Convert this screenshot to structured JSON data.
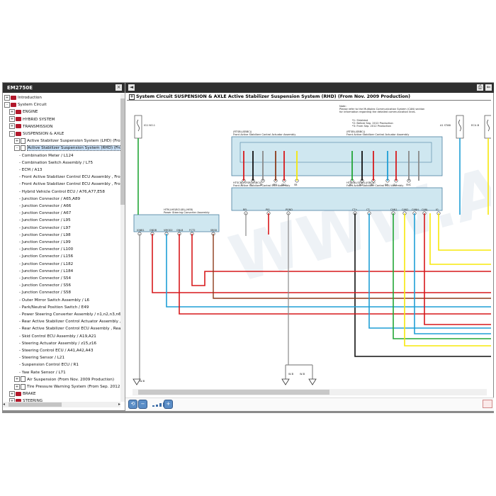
{
  "window": {
    "doc_code": "EM2750E"
  },
  "tree": {
    "rows": [
      {
        "label": "Introduction",
        "level": 0,
        "exp": "+",
        "icon": "book"
      },
      {
        "label": "System Circuit",
        "level": 0,
        "exp": "-",
        "icon": "openbook"
      },
      {
        "label": "ENGINE",
        "level": 1,
        "exp": "+",
        "icon": "book"
      },
      {
        "label": "HYBRID SYSTEM",
        "level": 1,
        "exp": "+",
        "icon": "book"
      },
      {
        "label": "TRANSMISSION",
        "level": 1,
        "exp": "+",
        "icon": "book"
      },
      {
        "label": "SUSPENSION & AXLE",
        "level": 1,
        "exp": "-",
        "icon": "openbook"
      },
      {
        "label": "Active Stabilizer Suspension System (LHD) (From",
        "level": 2,
        "exp": "+",
        "icon": "doc"
      },
      {
        "label": "Active Stabilizer Suspension System (RHD) (From",
        "level": 2,
        "exp": "-",
        "icon": "doc",
        "selected": true
      },
      {
        "label": "- Combination Meter / L124",
        "level": 3
      },
      {
        "label": "- Combination Switch Assembly / L75",
        "level": 3
      },
      {
        "label": "- ECM / A13",
        "level": 3
      },
      {
        "label": "- Front Active Stabilizer Control ECU Assembly , Fro",
        "level": 3
      },
      {
        "label": "- Front Active Stabilizer Control ECU Assembly , Fro",
        "level": 3
      },
      {
        "label": "- Hybrid Vehicle Control ECU / A76,A77,E58",
        "level": 3
      },
      {
        "label": "- Junction Connector / A65,A89",
        "level": 3
      },
      {
        "label": "- Junction Connector / A66",
        "level": 3
      },
      {
        "label": "- Junction Connector / A67",
        "level": 3
      },
      {
        "label": "- Junction Connector / L95",
        "level": 3
      },
      {
        "label": "- Junction Connector / L97",
        "level": 3
      },
      {
        "label": "- Junction Connector / L98",
        "level": 3
      },
      {
        "label": "- Junction Connector / L99",
        "level": 3
      },
      {
        "label": "- Junction Connector / L100",
        "level": 3
      },
      {
        "label": "- Junction Connector / L156",
        "level": 3
      },
      {
        "label": "- Junction Connector / L182",
        "level": 3
      },
      {
        "label": "- Junction Connector / L184",
        "level": 3
      },
      {
        "label": "- Junction Connector / S54",
        "level": 3
      },
      {
        "label": "- Junction Connector / S56",
        "level": 3
      },
      {
        "label": "- Junction Connector / S58",
        "level": 3
      },
      {
        "label": "- Outer Mirror Switch Assembly / L6",
        "level": 3
      },
      {
        "label": "- Park/Neutral Position Switch / E49",
        "level": 3
      },
      {
        "label": "- Power Steering Converter Assembly / n1,n2,n3,n6",
        "level": 3
      },
      {
        "label": "- Rear Active Stabilizer Control Actuator Assembly ,",
        "level": 3
      },
      {
        "label": "- Rear Active Stabilizer Control ECU Assembly , Rea",
        "level": 3
      },
      {
        "label": "- Skid Control ECU Assembly / A19,A21",
        "level": 3
      },
      {
        "label": "- Steering Actuator Assembly / z15,z16",
        "level": 3
      },
      {
        "label": "- Steering Control ECU / A41,A42,A43",
        "level": 3
      },
      {
        "label": "- Steering Sensor / L21",
        "level": 3
      },
      {
        "label": "- Suspension Control ECU / R1",
        "level": 3
      },
      {
        "label": "- Yaw Rate Sensor / L71",
        "level": 3
      },
      {
        "label": "Air Suspension (From Nov. 2009 Production)",
        "level": 2,
        "exp": "+",
        "icon": "doc"
      },
      {
        "label": "Tire Pressure Warning System (From Sep. 2012 I",
        "level": 2,
        "exp": "+",
        "icon": "doc"
      },
      {
        "label": "BRAKE",
        "level": 1,
        "exp": "+",
        "icon": "book"
      },
      {
        "label": "STEERING",
        "level": 1,
        "exp": "+",
        "icon": "book"
      }
    ]
  },
  "diagram": {
    "title": "System Circuit  SUSPENSION & AXLE  Active Stabilizer Suspension System (RHD) (From Nov. 2009 Production)",
    "plus": "+",
    "note": [
      "Note:",
      "Please refer to the Multiplex Communication System (CAN) section",
      "for information regarding the detailed communication lines."
    ],
    "legend": [
      "*1: Shielded",
      "*2: Before Sep. 2012 Production",
      "*3: From Sep. 2012 Production"
    ],
    "box_left_label": [
      "HTR(LHE)BCU(B),(HEB)",
      "Power Steering Converter Assembly"
    ],
    "box_front1_label": [
      "(RTSBL(SBBC))",
      "Front Active Stabilizer Control Actuator Assembly"
    ],
    "box_front2_label": [
      "(RTSBL(SBBC))",
      "Front Active Stabilizer Control Actuator Assembly"
    ],
    "box_ecu_label": [
      "HTSCBL(SFSBL)(SBCU)",
      "Front Active Stabilizer Control ECU Assembly"
    ],
    "box_ecu_label2": [
      "HTSCBL(SFSBL)(SBCU)",
      "Front Active Stabilizer Control ECU Assembly"
    ],
    "pins_left": [
      "IGNB1",
      "GNDB",
      "VMOD2",
      "GNLB",
      "FCT2",
      "SBSB"
    ],
    "pins_ecu": [
      "RFL",
      "PIG",
      "PGND",
      "CT+",
      "CT-",
      "CAN1",
      "CAN2",
      "CANH",
      "CANL",
      "IG"
    ],
    "pins_front_top": [
      "U",
      "V",
      "W",
      "SB1",
      "SB2",
      "SB"
    ],
    "pins_front2_top": [
      "RC",
      "RD",
      "RE",
      "SA",
      "SU",
      "SNC"
    ],
    "fuse_left": "IG1 NO.1",
    "fuse_right1": "A1 STAB",
    "fuse_right2": "ECU-B",
    "ground_labels": [
      "W-B",
      "W-B",
      "W-B"
    ],
    "watermark": "WWW.A",
    "colors": {
      "red": "#d7191c",
      "blue": "#1f9fd6",
      "yellow": "#f7e80a",
      "green": "#22a637",
      "brown": "#8b3a1a",
      "black": "#111111",
      "gray": "#8a8a8a",
      "ecu_fill": "#cfe7f0",
      "ecu_stroke": "#4b7fa0"
    }
  },
  "toolbar": {
    "back_arrow": "◄",
    "nav_icons": [
      "⎙",
      "⇐"
    ]
  },
  "zoom": {
    "level": 4,
    "max": 5
  }
}
